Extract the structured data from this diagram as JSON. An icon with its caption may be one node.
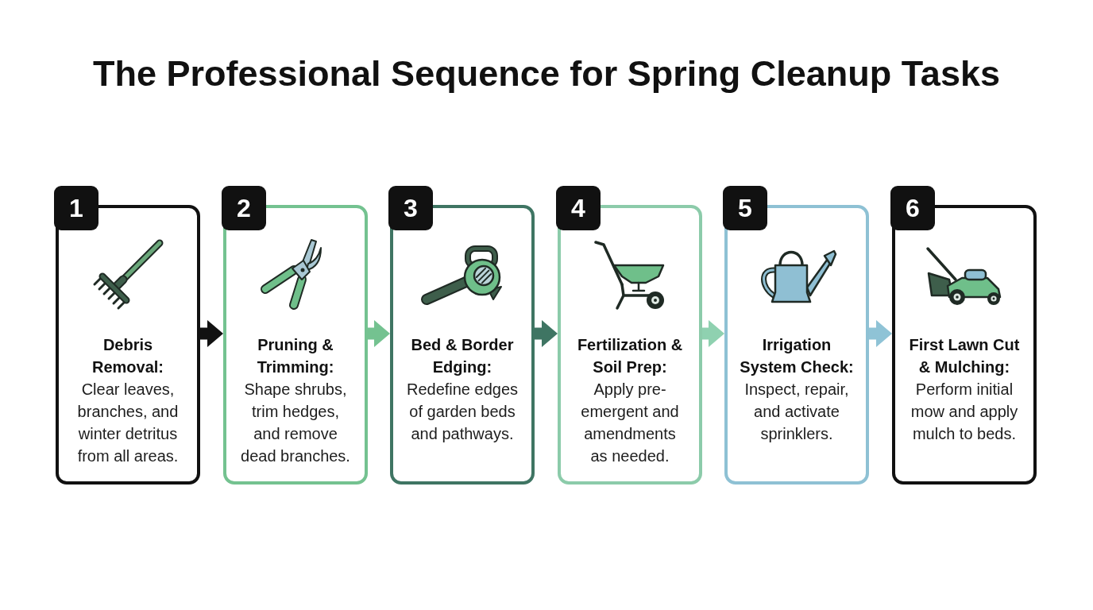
{
  "diagram": {
    "title": "The Professional Sequence for Spring Cleanup Tasks",
    "nodes": [
      {
        "text": [
          "1",
          "Debris Removal:",
          "Clear leaves, branches, and winter detritus from all areas."
        ]
      },
      {
        "text": [
          "2",
          "Pruning & Trimming:",
          "Shape shrubs, trim hedges, and remove dead branches."
        ]
      },
      {
        "text": [
          "3",
          "Bed & Border Edging:",
          "Redefine edges of garden beds and pathways."
        ]
      },
      {
        "text": [
          "4",
          "Fertilization & Soil Prep:",
          "Apply pre-emergent and amendments as needed."
        ]
      },
      {
        "text": [
          "5",
          "Irrigation System Check:",
          "Inspect, repair, and activate sprinklers."
        ]
      },
      {
        "text": [
          "6",
          "First Lawn Cut & Mulching:",
          "Perform initial mow and apply mulch to beds."
        ]
      }
    ],
    "edges": [
      {
        "from": 0,
        "to": 1,
        "arrow": "to",
        "color": "#111111"
      },
      {
        "from": 1,
        "to": 2,
        "arrow": "to",
        "color": "#74c290"
      },
      {
        "from": 2,
        "to": 3,
        "arrow": "to",
        "color": "#3f7563"
      },
      {
        "from": 3,
        "to": 4,
        "arrow": "to",
        "color": "#8fd1b0"
      },
      {
        "from": 4,
        "to": 5,
        "arrow": "to",
        "color": "#8fc3d6"
      }
    ]
  }
}
